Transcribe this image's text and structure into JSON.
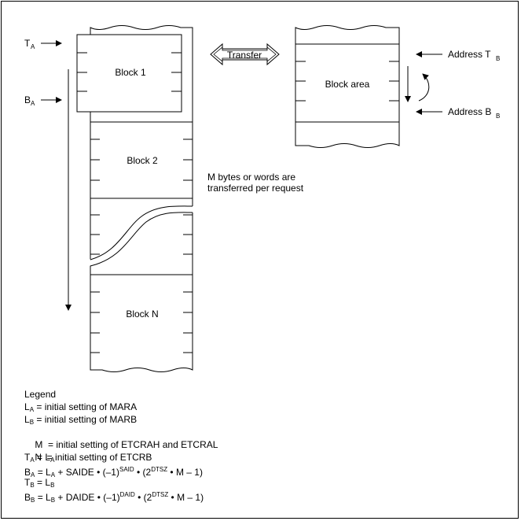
{
  "diagram": {
    "blocks": {
      "block1": "Block 1",
      "block2": "Block 2",
      "blockN": "Block N",
      "block_area": "Block area"
    },
    "transfer_label": "Transfer",
    "pointer_labels": {
      "ta_main": "T",
      "ta_sub": "A",
      "ba_main": "B",
      "ba_sub": "A",
      "addr_tb_main": "Address T",
      "addr_tb_sub": "B",
      "addr_bb_main": "Address B",
      "addr_bb_sub": "B"
    },
    "note_line1": "M bytes or words are",
    "note_line2": "transferred per request"
  },
  "legend": {
    "title": "Legend",
    "lines": [
      {
        "var": "L",
        "sub": "A",
        "text": " = initial setting of MARA"
      },
      {
        "var": "L",
        "sub": "B",
        "text": " = initial setting of MARB"
      },
      {
        "var": "M",
        "sub": "",
        "text": "  = initial setting of ETCRAH and ETCRAL"
      },
      {
        "var": "N",
        "sub": "",
        "text": "  = initial setting of ETCRB"
      }
    ],
    "formulas": [
      "T_A = L_A",
      "B_A = L_A + SAIDE • (–1)^SAID • (2^DTSZ • M – 1)",
      "T_B = L_B",
      "B_B = L_B + DAIDE • (–1)^DAID • (2^DTSZ • M – 1)"
    ],
    "formula_parts": {
      "ta": {
        "l": "T",
        "ls": "A",
        "r": "L",
        "rs": "A"
      },
      "tb": {
        "l": "T",
        "ls": "B",
        "r": "L",
        "rs": "B"
      },
      "ba": {
        "l": "B",
        "ls": "A",
        "r": "L",
        "rs": "A",
        "mid": " + SAIDE • (–1)",
        "exp1": "SAID",
        "mid2": " • (2",
        "exp2": "DTSZ",
        "end": " • M – 1)"
      },
      "bb": {
        "l": "B",
        "ls": "B",
        "r": "L",
        "rs": "B",
        "mid": " + DAIDE • (–1)",
        "exp1": "DAID",
        "mid2": " • (2",
        "exp2": "DTSZ",
        "end": " • M – 1)"
      }
    }
  }
}
